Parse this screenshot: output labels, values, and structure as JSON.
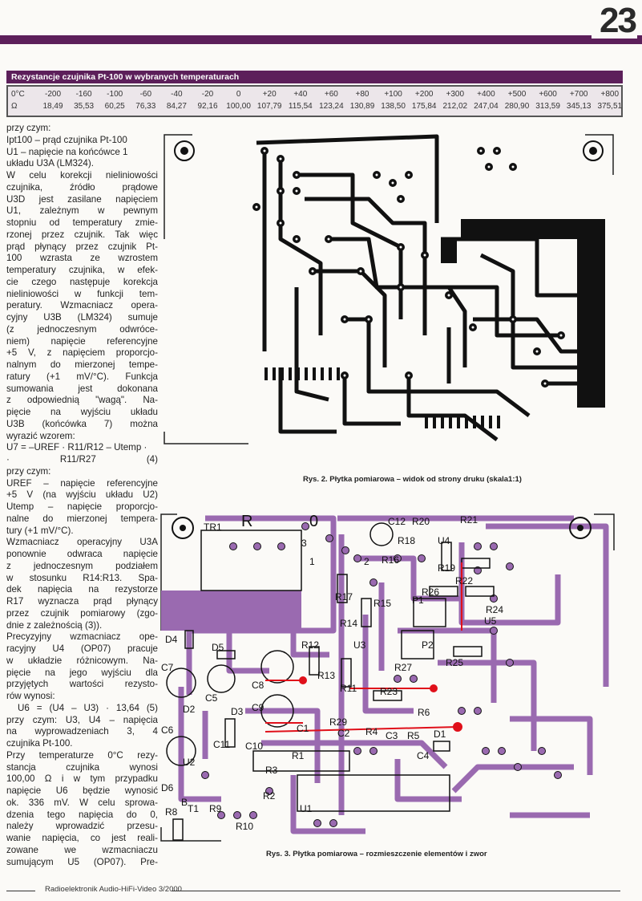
{
  "page_number": "23",
  "table": {
    "title": "Rezystancje czujnika Pt-100 w wybranych temperaturach",
    "row_header_temp": "0°C",
    "row_header_res": "Ω",
    "temperatures": [
      "-200",
      "-160",
      "-100",
      "-60",
      "-40",
      "-20",
      "0",
      "+20",
      "+40",
      "+60",
      "+80",
      "+100",
      "+200",
      "+300",
      "+400",
      "+500",
      "+600",
      "+700",
      "+800"
    ],
    "resistances": [
      "18,49",
      "35,53",
      "60,25",
      "76,33",
      "84,27",
      "92,16",
      "100,00",
      "107,79",
      "115,54",
      "123,24",
      "130,89",
      "138,50",
      "175,84",
      "212,02",
      "247,04",
      "280,90",
      "313,59",
      "345,13",
      "375,51"
    ]
  },
  "column": {
    "lines": [
      {
        "text": "przy czym:",
        "last": true
      },
      {
        "text": "Ipt100 – prąd czujnika Pt-100",
        "last": true
      },
      {
        "text": "U1 – napięcie na końcówce 1",
        "last": true
      },
      {
        "text": "układu U3A (LM324).",
        "last": true
      },
      {
        "text": "W celu korekcji nieliniowości"
      },
      {
        "text": "czujnika, źródło prądowe"
      },
      {
        "text": "U3D jest zasilane napięciem"
      },
      {
        "text": "U1, zależnym w pewnym"
      },
      {
        "text": "stopniu od temperatury zmie-"
      },
      {
        "text": "rzonej przez czujnik. Tak więc"
      },
      {
        "text": "prąd płynący przez czujnik Pt-"
      },
      {
        "text": "100 wzrasta ze wzrostem"
      },
      {
        "text": "temperatury czujnika, w efek-"
      },
      {
        "text": "cie czego następuje korekcja"
      },
      {
        "text": "nieliniowości w funkcji tem-"
      },
      {
        "text": "peratury. Wzmacniacz opera-"
      },
      {
        "text": "cyjny U3B (LM324) sumuje"
      },
      {
        "text": "(z jednoczesnym odwróce-"
      },
      {
        "text": "niem) napięcie referencyjne"
      },
      {
        "text": "+5 V, z napięciem proporcjo-"
      },
      {
        "text": "nalnym do mierzonej tempe-"
      },
      {
        "text": "ratury (+1 mV/°C). Funkcja"
      },
      {
        "text": "sumowania jest dokonana"
      },
      {
        "text": "z odpowiednią \"wagą\". Na-"
      },
      {
        "text": "pięcie na wyjściu układu"
      },
      {
        "text": "U3B (końcówka 7) można"
      },
      {
        "text": "wyrazić wzorem:",
        "last": true
      },
      {
        "text": "U7 = –UREF · R11/R12 – Utemp ·",
        "last": true
      },
      {
        "text": "· R11/R27 (4)"
      },
      {
        "text": "przy czym:",
        "last": true
      },
      {
        "text": "UREF – napięcie referencyjne"
      },
      {
        "text": "+5 V (na wyjściu układu U2)"
      },
      {
        "text": "Utemp – napięcie proporcjo-"
      },
      {
        "text": "nalne do mierzonej tempera-"
      },
      {
        "text": "tury (+1 mV/°C).",
        "last": true
      },
      {
        "text": "Wzmacniacz operacyjny U3A"
      },
      {
        "text": "ponownie odwraca napięcie"
      },
      {
        "text": "z jednoczesnym podziałem"
      },
      {
        "text": "w stosunku R14:R13. Spa-"
      },
      {
        "text": "dek napięcia na rezystorze"
      },
      {
        "text": "R17 wyznacza prąd płynący"
      },
      {
        "text": "przez czujnik pomiarowy (zgo-"
      },
      {
        "text": "dnie z zależnością (3)).",
        "last": true
      },
      {
        "text": "Precyzyjny wzmacniacz ope-"
      },
      {
        "text": "racyjny U4 (OP07) pracuje"
      },
      {
        "text": "w układzie różnicowym. Na-"
      },
      {
        "text": "pięcie na jego wyjściu dla"
      },
      {
        "text": "przyjętych wartości rezysto-"
      },
      {
        "text": "rów wynosi:",
        "last": true
      },
      {
        "text": "U6 = (U4 – U3) · 13,64 (5)",
        "indent": true
      },
      {
        "text": "przy czym: U3, U4 – napięcia"
      },
      {
        "text": "na wyprowadzeniach 3, 4"
      },
      {
        "text": "czujnika Pt-100.",
        "last": true
      },
      {
        "text": "Przy temperaturze 0°C rezy-"
      },
      {
        "text": "stancja czujnika wynosi"
      },
      {
        "text": "100,00 Ω i w tym przypadku"
      },
      {
        "text": "napięcie U6 będzie wynosić"
      },
      {
        "text": "ok. 336 mV. W celu sprowa-"
      },
      {
        "text": "dzenia tego napięcia do 0,"
      },
      {
        "text": "należy wprowadzić przesu-"
      },
      {
        "text": "wanie napięcia, co jest reali-"
      },
      {
        "text": "zowane we wzmacniaczu"
      },
      {
        "text": "sumującym U5 (OP07). Pre-"
      }
    ]
  },
  "figure2": {
    "caption": "Rys. 2. Płytka pomiarowa – widok od strony druku (skala1:1)"
  },
  "figure3": {
    "caption": "Rys. 3. Płytka pomiarowa – rozmieszczenie elementów i zwor",
    "labels": [
      "TR1",
      "R",
      "0",
      "C12",
      "R20",
      "R21",
      "3",
      "1",
      "2",
      "R18",
      "U4",
      "R16",
      "R19",
      "R22",
      "R17",
      "R26",
      "P1",
      "R24",
      "R15",
      "U5",
      "D4",
      "R14",
      "D5",
      "R12",
      "U3",
      "C7",
      "R13",
      "P2",
      "R25",
      "R27",
      "C8",
      "R11",
      "C5",
      "R23",
      "C9",
      "R6",
      "D2",
      "D3",
      "R29",
      "C6",
      "C1",
      "C2",
      "R4",
      "C3",
      "R5",
      "D1",
      "C11",
      "C10",
      "C4",
      "R1",
      "U2",
      "R3",
      "D6",
      "R2",
      "U1",
      "R8",
      "T1",
      "R9",
      "R10",
      "B"
    ]
  },
  "footer": {
    "text": "Radioelektronik Audio-HiFi-Video  3/2000"
  },
  "colors": {
    "accent": "#5c1f5a",
    "pcb_layout": "#9a6ab0",
    "jumper": "#e0101a"
  }
}
